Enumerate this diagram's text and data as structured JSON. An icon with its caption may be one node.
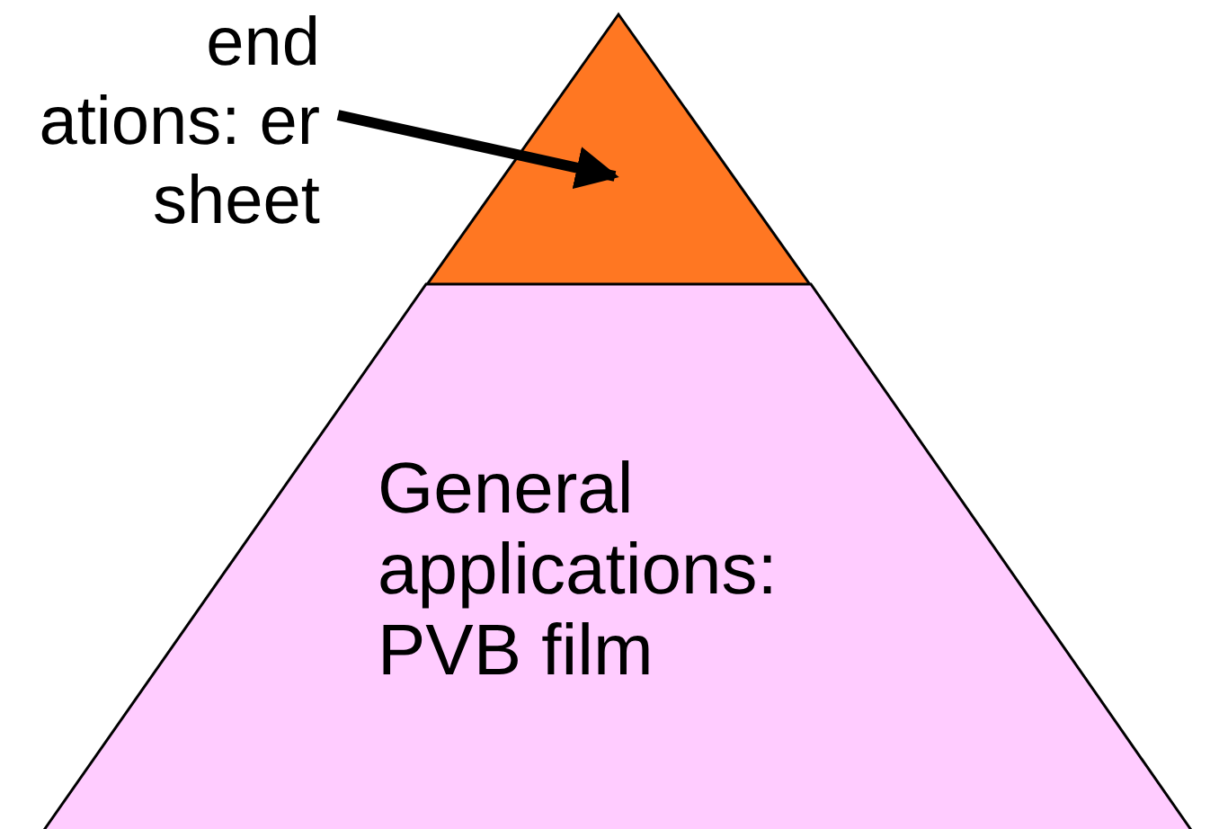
{
  "diagram": {
    "nodes": [
      {
        "text": [
          "end ations: er sheet"
        ]
      },
      {
        "text": [],
        "shape": "triangle"
      },
      {
        "text": [
          "General applications: PVB film"
        ]
      }
    ],
    "edges": [
      {
        "from": 0,
        "to": 1,
        "arrow": "to"
      }
    ]
  }
}
